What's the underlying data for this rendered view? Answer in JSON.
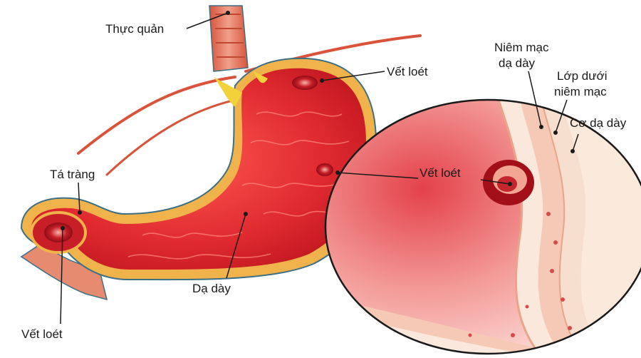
{
  "labels": {
    "esophagus": "Thực quản",
    "ulcer_top": "Vết loét",
    "duodenum": "Tá tràng",
    "ulcer_middle": "Vết loét",
    "ulcer_detail": "Vết loét",
    "stomach": "Dạ dày",
    "ulcer_bottom": "Vết loét",
    "mucosa_line1": "Niêm mạc",
    "mucosa_line2": "dạ dày",
    "submucosa_line1": "Lớp dưới",
    "submucosa_line2": "niêm mạc",
    "muscle": "Cơ dạ dày"
  },
  "colors": {
    "background": "#ffffff",
    "stomach_wall": "#e8323a",
    "stomach_inner": "#d61f2a",
    "fat": "#f2d23a",
    "vessel": "#d9533a",
    "tissue_light": "#f6d6cf",
    "outline": "#3b6f86",
    "ulcer": "#b5141d",
    "leader_line": "#1a1a1a"
  }
}
